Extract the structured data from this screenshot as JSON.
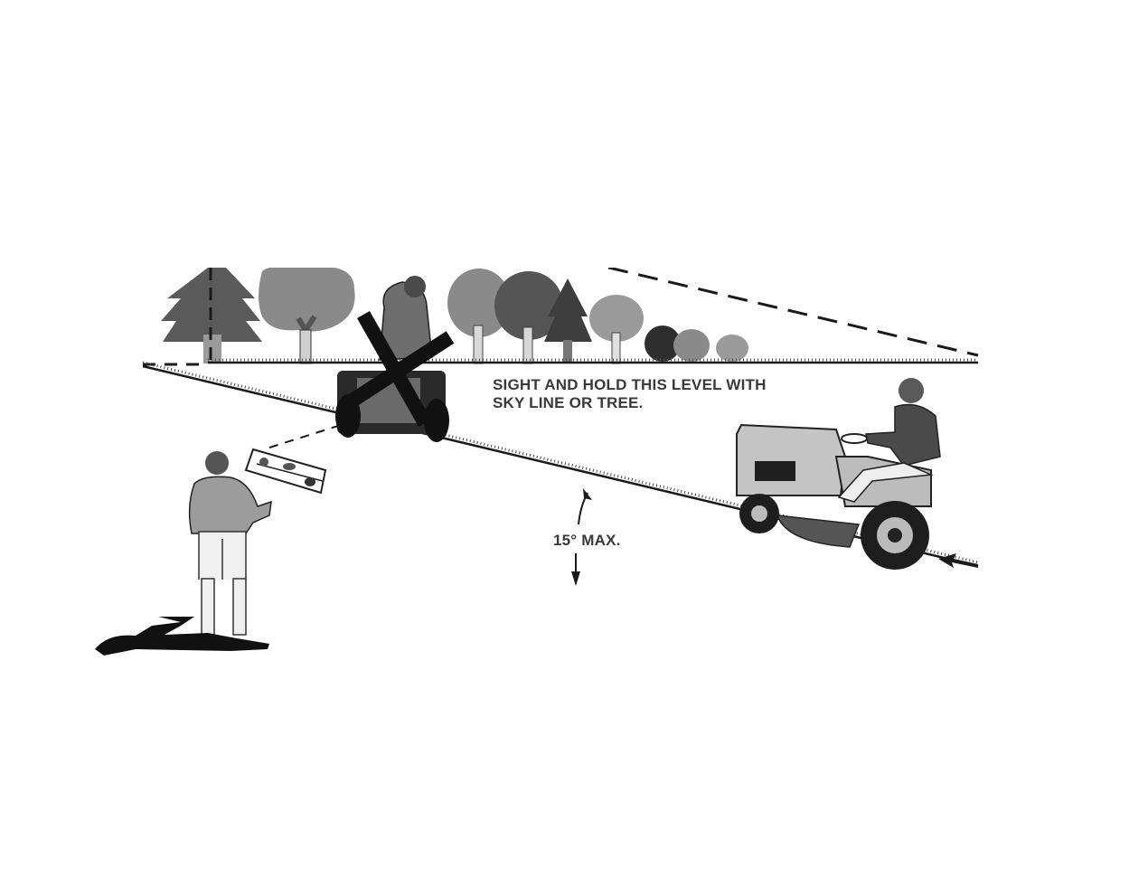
{
  "diagram": {
    "instruction_line1": "SIGHT AND HOLD THIS LEVEL WITH",
    "instruction_line2": "SKY LINE OR TREE.",
    "angle_label": "15° MAX."
  },
  "colors": {
    "ink": "#1a1a1a",
    "tree_dark": "#4a4a4a",
    "tree_mid": "#7a7a7a",
    "tree_light": "#a8a8a8",
    "mower_body": "#c4c4c4",
    "text": "#3a3a3a"
  }
}
